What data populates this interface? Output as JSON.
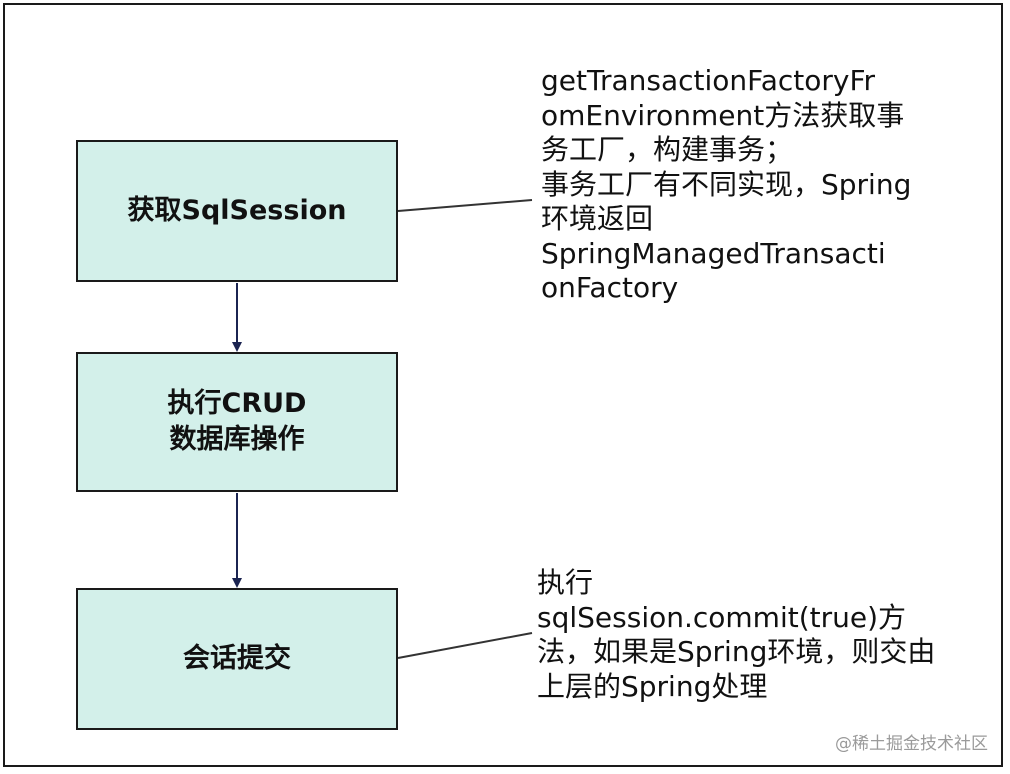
{
  "boxes": {
    "get_session": {
      "lines": [
        "获取SqlSession"
      ]
    },
    "crud": {
      "lines": [
        "执行CRUD",
        "数据库操作"
      ]
    },
    "commit": {
      "lines": [
        "会话提交"
      ]
    }
  },
  "notes": {
    "transaction_factory": {
      "lines": [
        "getTransactionFactoryFr",
        "omEnvironment方法获取事",
        "务工厂，构建事务；",
        "事务工厂有不同实现，Spring",
        "环境返回",
        "SpringManagedTransacti",
        "onFactory"
      ]
    },
    "commit": {
      "lines": [
        "执行",
        "sqlSession.commit(true)方",
        "法，如果是Spring环境，则交由",
        "上层的Spring处理"
      ]
    }
  },
  "watermark": "@稀土掘金技术社区",
  "colors": {
    "box_fill": "#d3f0ea",
    "arrow": "#1b2451",
    "border": "#1a1a1a"
  }
}
